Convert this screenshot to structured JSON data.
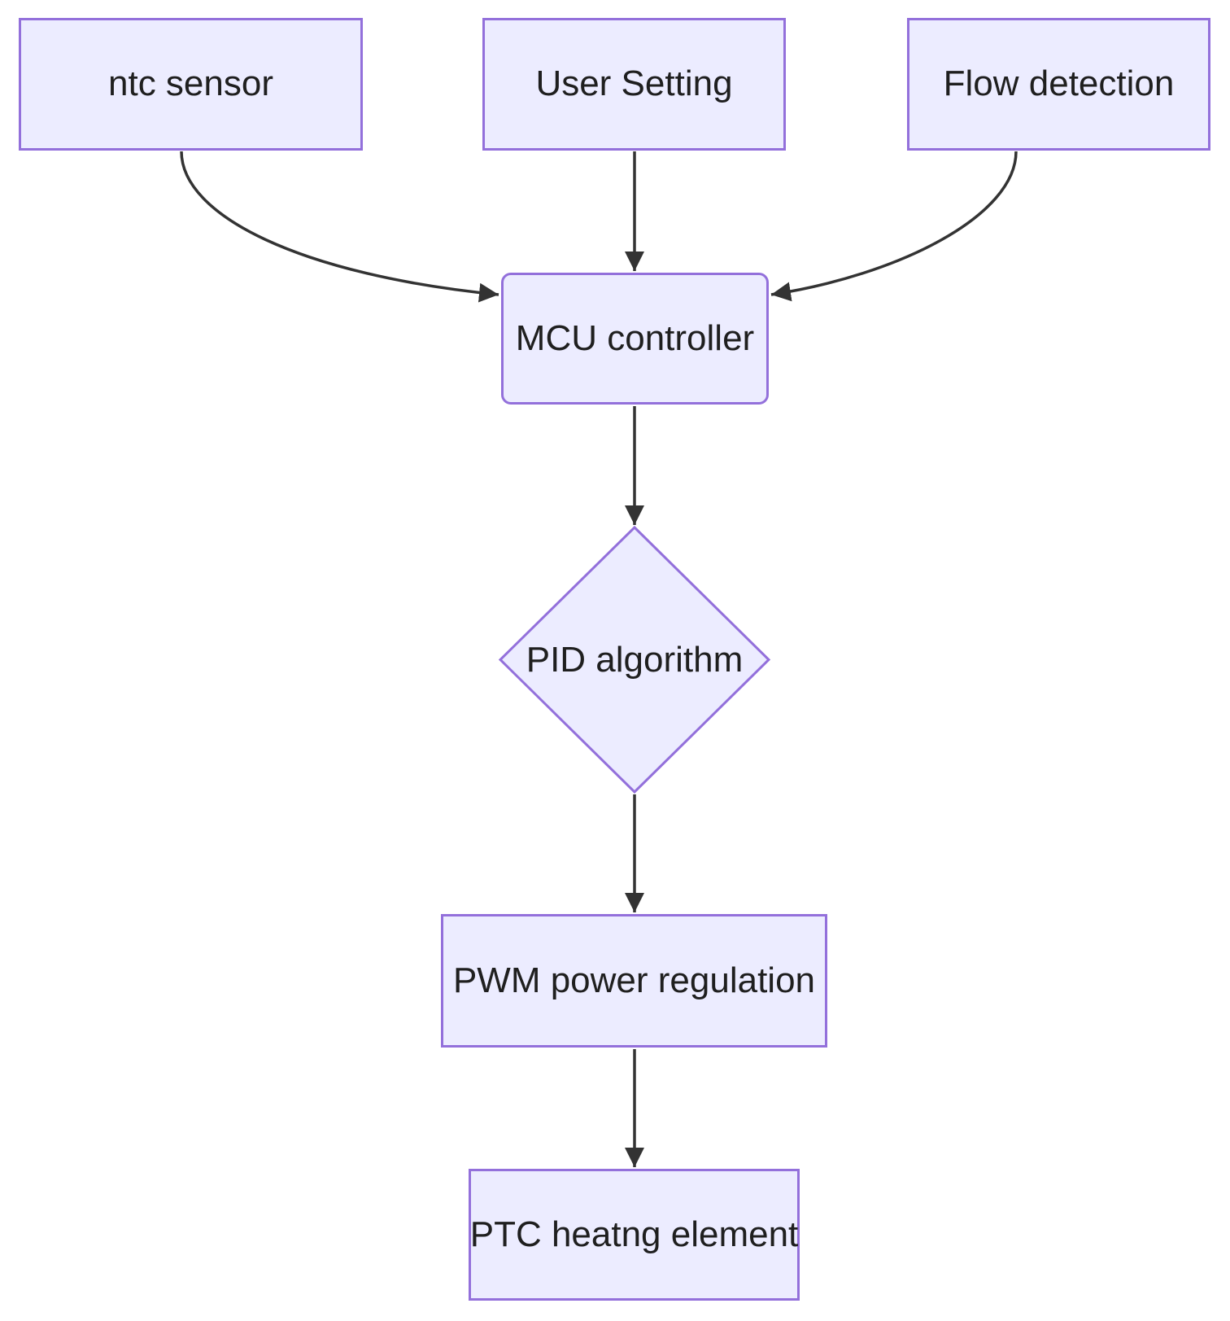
{
  "diagram": {
    "type": "flowchart",
    "direction": "top-down",
    "colors": {
      "background": "#ffffff",
      "node-fill": "#ECECFF",
      "node-border": "#9370DB",
      "edge-color": "#333333",
      "text-color": "#1f1f1f"
    },
    "nodes": {
      "ntc_sensor": {
        "label": "ntc sensor",
        "shape": "rect"
      },
      "user_setting": {
        "label": "User Setting",
        "shape": "rect"
      },
      "flow_detection": {
        "label": "Flow detection",
        "shape": "rect"
      },
      "mcu_controller": {
        "label": "MCU controller",
        "shape": "rounded-rect"
      },
      "pid_algorithm": {
        "label": "PID algorithm",
        "shape": "diamond"
      },
      "pwm_power_regulation": {
        "label": "PWM power regulation",
        "shape": "rect"
      },
      "ptc_heating_element": {
        "label": "PTC heatng element",
        "shape": "rect"
      }
    },
    "edges": [
      {
        "from": "ntc sensor",
        "to": "MCU controller"
      },
      {
        "from": "User Setting",
        "to": "MCU controller"
      },
      {
        "from": "Flow detection",
        "to": "MCU controller"
      },
      {
        "from": "MCU controller",
        "to": "PID algorithm"
      },
      {
        "from": "PID algorithm",
        "to": "PWM power regulation"
      },
      {
        "from": "PWM power regulation",
        "to": "PTC heatng element"
      }
    ]
  }
}
